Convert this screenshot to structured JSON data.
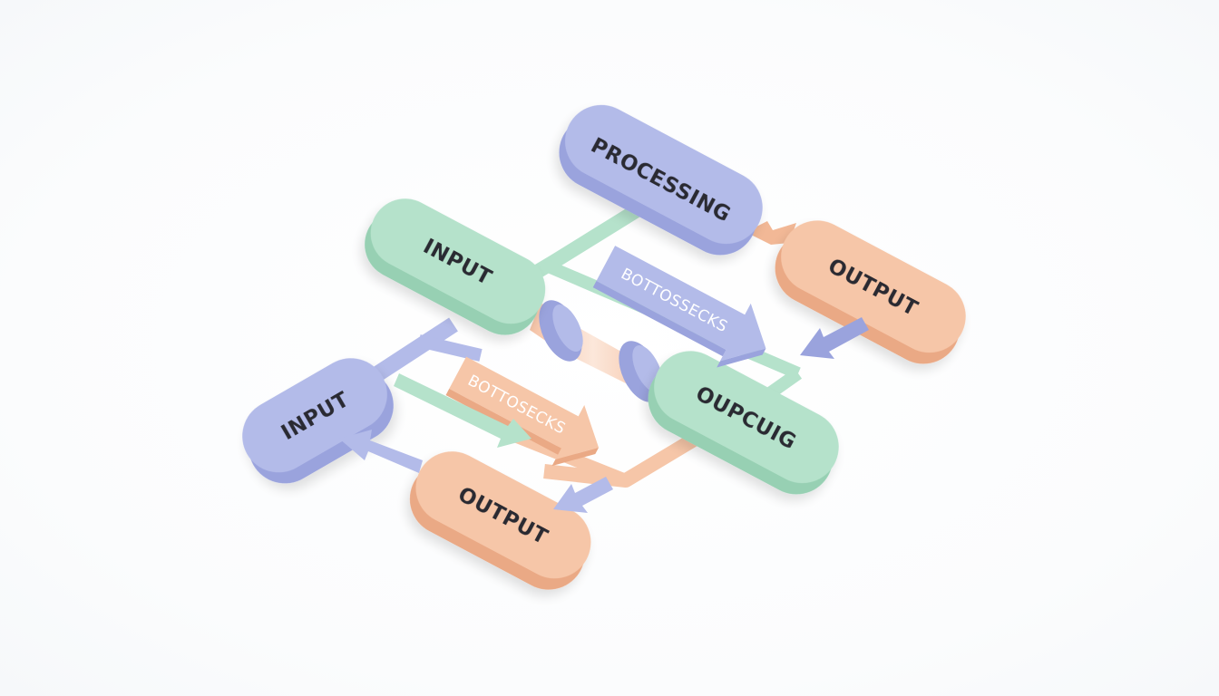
{
  "colors": {
    "purple_top": "#b3bbe9",
    "purple_side": "#9aa3dd",
    "green_top": "#b5e2cb",
    "green_side": "#97d0b3",
    "orange_top": "#f6c6a8",
    "orange_side": "#eaa985",
    "background": "#ffffff"
  },
  "nodes": {
    "processing": {
      "label": "PROCESSING"
    },
    "input_top": {
      "label": "INPUT"
    },
    "output_right": {
      "label": "OUTPUT"
    },
    "input_left": {
      "label": "INPUT"
    },
    "oupcuig": {
      "label": "OUPCUIG"
    },
    "output_bottom": {
      "label": "OUTPUT"
    }
  },
  "arrows": {
    "bottleneck_purple": {
      "label": "BOTTOSSECKS"
    },
    "bottleneck_orange": {
      "label": "BOTTOSECKS"
    }
  }
}
